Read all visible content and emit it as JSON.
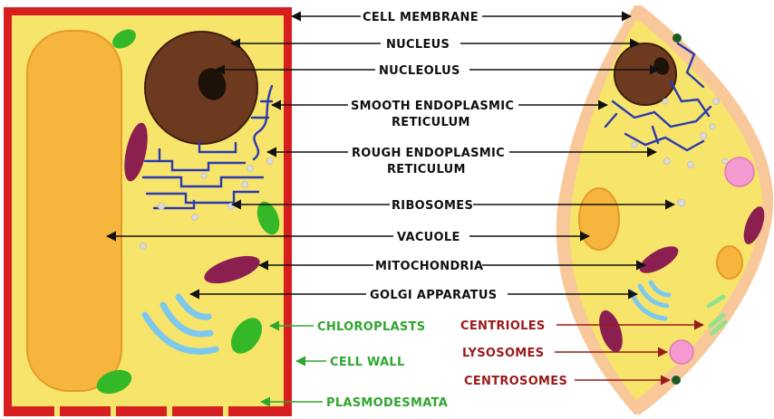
{
  "labels": {
    "cell_membrane": "CELL MEMBRANE",
    "nucleus": "NUCLEUS",
    "nucleolus": "NUCLEOLUS",
    "smooth_er_1": "SMOOTH ENDOPLASMIC",
    "smooth_er_2": "RETICULUM",
    "rough_er_1": "ROUGH ENDOPLASMIC",
    "rough_er_2": "RETICULUM",
    "ribosomes": "RIBOSOMES",
    "vacuole": "VACUOLE",
    "mitochondria": "MITOCHONDRIA",
    "golgi": "GOLGI APPARATUS",
    "chloroplasts": "CHLOROPLASTS",
    "cell_wall": "CELL WALL",
    "plasmodesmata": "PLASMODESMATA",
    "centrioles": "CENTRIOLES",
    "lysosomes": "LYSOSOMES",
    "centrosomes": "CENTROSOMES"
  },
  "colors": {
    "cell_wall": "#d81f1f",
    "cytoplasm": "#f7e46a",
    "vacuole": "#f6b53c",
    "nucleus": "#6e3a1f",
    "nucleolus": "#1d1208",
    "er": "#2b3ab0",
    "mitochondria": "#8b1f4f",
    "golgi": "#7cc8ee",
    "chloroplast": "#35b827",
    "membrane_animal": "#f8c89a",
    "lysosome": "#f49ad0",
    "centrosome": "#1c5a25",
    "centriole": "#8fe38a",
    "ribosome": "#dcdcdc",
    "plant_label": "#2fa62f",
    "animal_label": "#9a1b1b"
  }
}
